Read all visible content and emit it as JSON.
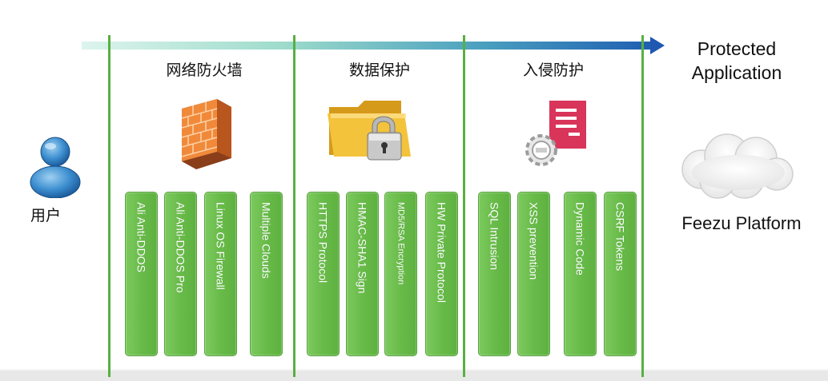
{
  "user": {
    "label": "用户",
    "icon": "user-icon"
  },
  "arrow": {
    "colors": {
      "start": "#ddf4ee",
      "end": "#1f5fb2"
    }
  },
  "categories": [
    {
      "title": "网络防火墙",
      "icon": "firewall-icon",
      "items": [
        "Ali Anti-DDOS",
        "Ali Anti-DDOS Pro",
        "Linux OS Firewall",
        "Multiple Clouds"
      ]
    },
    {
      "title": "数据保护",
      "icon": "locked-folder-icon",
      "items": [
        "HTTPS Protocol",
        "HMAC-SHA1 Sign",
        "MD5/RSA Encryption",
        "HW Private Protocol"
      ]
    },
    {
      "title": "入侵防护",
      "icon": "document-gear-icon",
      "items": [
        "SQL Intrusion",
        "XSS prevention",
        "Dynamic Code",
        "CSRF Tokens"
      ]
    }
  ],
  "target": {
    "title_line1": "Protected",
    "title_line2": "Application",
    "platform": "Feezu Platform",
    "icon": "cloud-icon"
  },
  "colors": {
    "accent_green": "#68bb49",
    "separator_green": "#58b041",
    "arrow_head": "#1f58b0"
  }
}
